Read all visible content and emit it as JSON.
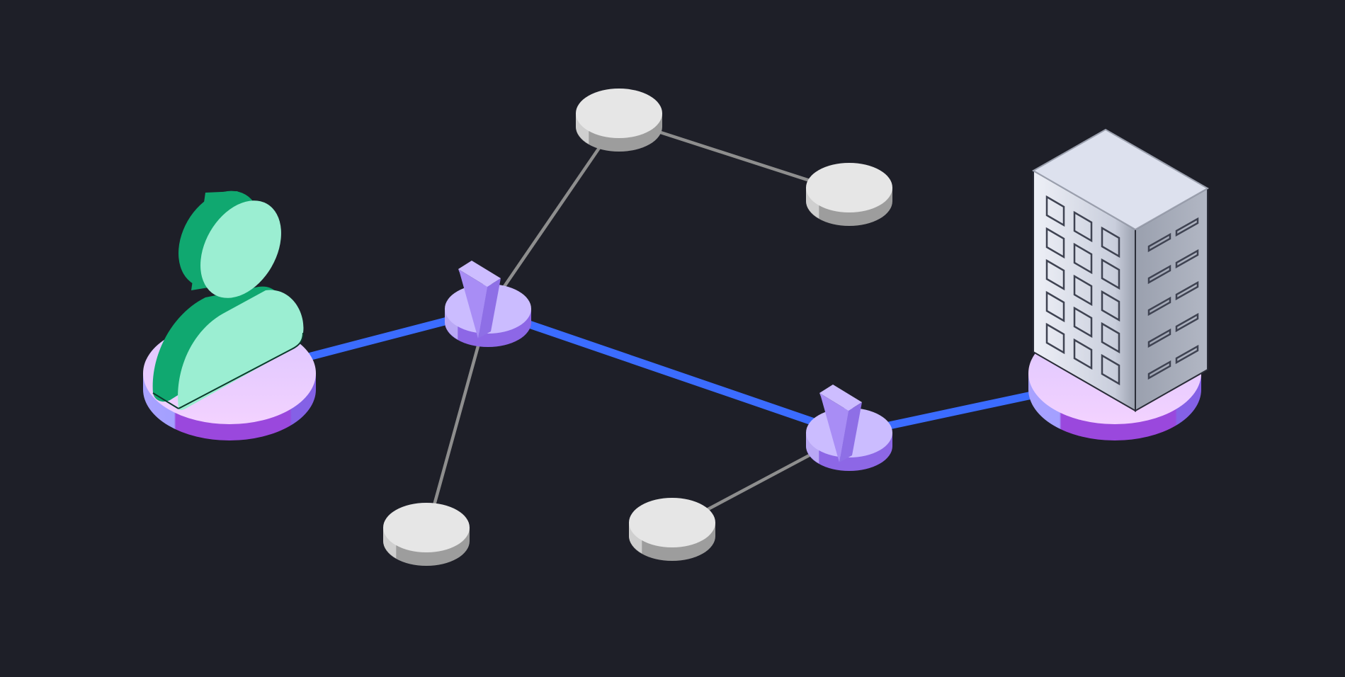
{
  "diagram": {
    "background": "#1e1f28",
    "colors": {
      "primary_link": "#3b6cff",
      "secondary_link": "#8e8e8e",
      "router_top": "#cbbcff",
      "router_side": "#8d67e6",
      "router_marker": "#a88df5",
      "endpoint_top": "#e6e6e6",
      "endpoint_side": "#9d9d9d",
      "base_pad_top": "#e6c9ff",
      "base_pad_side": "#9c4fe0",
      "user_light": "#9beed2",
      "user_dark": "#10a870",
      "building_top": "#dde1ee",
      "building_left": "#d6dbea",
      "building_right": "#a6abb8"
    },
    "nodes": [
      {
        "id": "user",
        "kind": "person-icon"
      },
      {
        "id": "router-1",
        "kind": "router-marker-icon"
      },
      {
        "id": "router-2",
        "kind": "router-marker-icon"
      },
      {
        "id": "building",
        "kind": "office-building-icon"
      },
      {
        "id": "endpoint-top",
        "kind": "endpoint-disc"
      },
      {
        "id": "endpoint-right",
        "kind": "endpoint-disc"
      },
      {
        "id": "endpoint-bottom-left",
        "kind": "endpoint-disc"
      },
      {
        "id": "endpoint-bottom-mid",
        "kind": "endpoint-disc"
      }
    ],
    "links": [
      {
        "from": "user",
        "to": "router-1",
        "type": "primary"
      },
      {
        "from": "router-1",
        "to": "router-2",
        "type": "primary"
      },
      {
        "from": "router-2",
        "to": "building",
        "type": "primary"
      },
      {
        "from": "router-1",
        "to": "endpoint-top",
        "type": "secondary"
      },
      {
        "from": "endpoint-top",
        "to": "endpoint-right",
        "type": "secondary"
      },
      {
        "from": "router-1",
        "to": "endpoint-bottom-left",
        "type": "secondary"
      },
      {
        "from": "router-2",
        "to": "endpoint-bottom-mid",
        "type": "secondary"
      }
    ]
  }
}
